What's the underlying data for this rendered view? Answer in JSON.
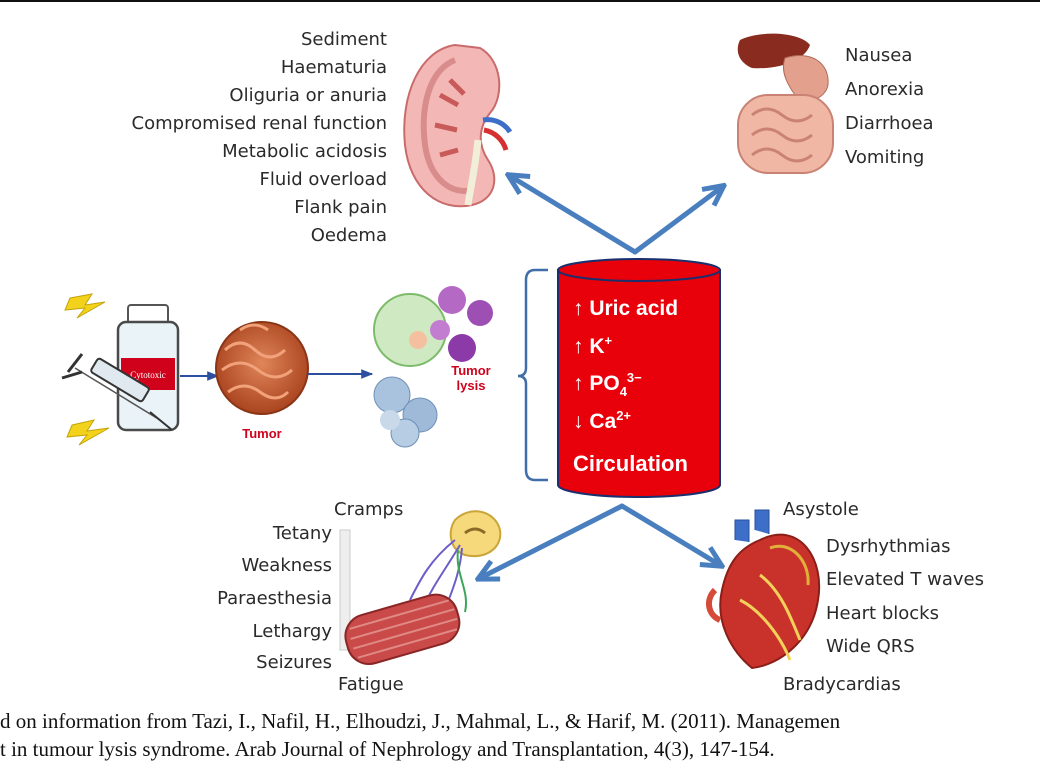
{
  "kidney_symptoms": [
    "Sediment",
    "Haematuria",
    "Oliguria or anuria",
    "Compromised renal function",
    "Metabolic acidosis",
    "Fluid overload",
    "Flank pain",
    "Oedema"
  ],
  "gi_symptoms": [
    "Nausea",
    "Anorexia",
    "Diarrhoea",
    "Vomiting"
  ],
  "neuromuscular_symptoms": [
    "Cramps",
    "Tetany",
    "Weakness",
    "Paraesthesia",
    "Lethargy",
    "Seizures",
    "Fatigue"
  ],
  "cardiac_symptoms": [
    "Asystole",
    "Dysrhythmias",
    "Elevated T waves",
    "Heart blocks",
    "Wide QRS",
    "Bradycardias"
  ],
  "cylinder": {
    "uric": {
      "arrow": "↑",
      "text": "Uric acid"
    },
    "k": {
      "arrow": "↑",
      "text": "K",
      "sup": "+"
    },
    "po4": {
      "arrow": "↑",
      "text": "PO",
      "sub": "4",
      "sup": "3−"
    },
    "ca": {
      "arrow": "↓",
      "text": "Ca",
      "sup": "2+"
    },
    "circulation": "Circulation"
  },
  "bottle_label": "Cytotoxic",
  "tumor_label": "Tumor",
  "lysis_label": {
    "line1": "Tumor",
    "line2": "lysis"
  },
  "caption": {
    "line1": "d on information from Tazi, I., Nafil, H., Elhoudzi, J., Mahmal, L., & Harif, M. (2011). Managemen",
    "line2": "t in tumour lysis syndrome. Arab Journal of Nephrology and Transplantation, 4(3), 147-154."
  },
  "colors": {
    "arrow": "#4a7fbf",
    "cylinder": "#e8000b",
    "bracket": "#3f6ea8",
    "label_red": "#d0021b"
  }
}
